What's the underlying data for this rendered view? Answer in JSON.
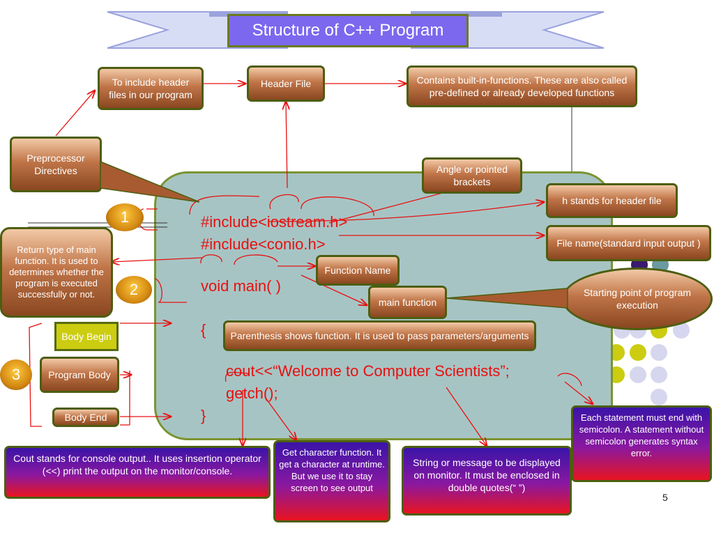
{
  "title": "Structure of  C++ Program",
  "slide_number": "5",
  "code": {
    "line1": "#include<iostream.h>",
    "line2": "#include<conio.h>",
    "line3": "void main(  )",
    "line4": "{",
    "line5": "cout<<“Welcome to   Computer Scientists”;",
    "line6": "getch();",
    "line7": "}"
  },
  "markers": [
    "1",
    "2",
    "3"
  ],
  "labels": {
    "to_include": "To include header files in our program",
    "header_file": "Header File",
    "contains_builtin": "Contains built-in-functions. These are also called pre-defined or already developed functions",
    "preprocessor": "Preprocessor Directives",
    "angle_brackets": "Angle or pointed brackets",
    "h_stands": "h stands for header file",
    "file_name": "File name(standard  input output )",
    "return_type": "Return type of main function. It is used to determines whether the program  is executed successfully or not.",
    "function_name": "Function Name",
    "main_function": "main function",
    "starting_point": "Starting point of program execution",
    "body_begin": "Body Begin",
    "program_body": "Program Body",
    "body_end": "Body End",
    "parenthesis": "Parenthesis shows function. It is used to pass parameters/arguments",
    "cout_desc": "Cout stands for console output.. It uses insertion operator (<<) print the output  on the monitor/console.",
    "getch_desc": "Get character function. It get a character at runtime. But we use it to stay screen to see output",
    "string_desc": "String or message to be displayed on monitor. It must be enclosed in double quotes(“ ”)",
    "semicolon_desc": "Each statement must end with semicolon. A statement without semicolon generates syntax error."
  },
  "colors": {
    "panel": "#a7c4c4",
    "panel_border": "#7a9430",
    "arrow": "#e81010",
    "dot_purple": "#3a1a6e",
    "dot_teal": "#6a9aa0",
    "dot_yellow": "#cccc11",
    "dot_lavender": "#d6d6ee"
  }
}
